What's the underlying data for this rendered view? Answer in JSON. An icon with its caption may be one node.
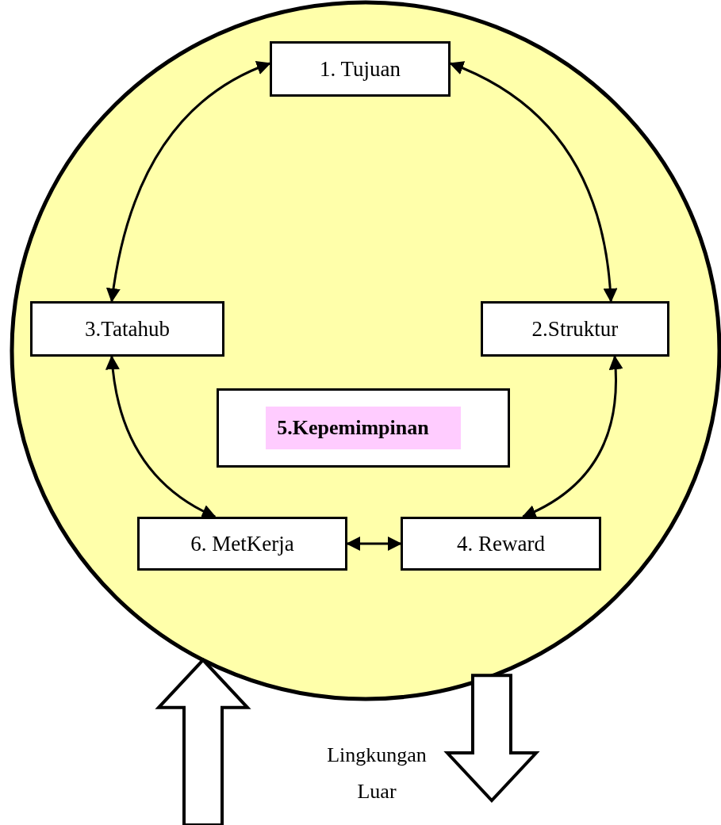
{
  "diagram": {
    "nodes": [
      {
        "text": [],
        "shape": "circle"
      },
      {
        "text": [
          "1. Tujuan"
        ],
        "in": 0
      },
      {
        "text": [
          "3.Tatahub"
        ],
        "in": 0
      },
      {
        "text": [
          "2.Struktur"
        ],
        "in": 0
      },
      {
        "text": [
          "5.Kepemimpinan"
        ],
        "in": 0
      },
      {
        "text": [
          "6. MetKerja"
        ],
        "in": 0
      },
      {
        "text": [
          "4. Reward"
        ],
        "in": 0
      }
    ],
    "edges": [
      {
        "from": 1,
        "to": 2,
        "arrow": "both"
      },
      {
        "from": 1,
        "to": 3,
        "arrow": "both"
      },
      {
        "from": 2,
        "to": 5,
        "arrow": "both"
      },
      {
        "from": 3,
        "to": 6,
        "arrow": "both"
      },
      {
        "from": 5,
        "to": 6,
        "arrow": "both"
      },
      {
        "from": null,
        "to": 0,
        "arrow": "to",
        "style": "thick"
      },
      {
        "from": 0,
        "to": null,
        "arrow": "to",
        "style": "thick"
      }
    ],
    "labels": [
      "Lingkungan Luar"
    ]
  }
}
